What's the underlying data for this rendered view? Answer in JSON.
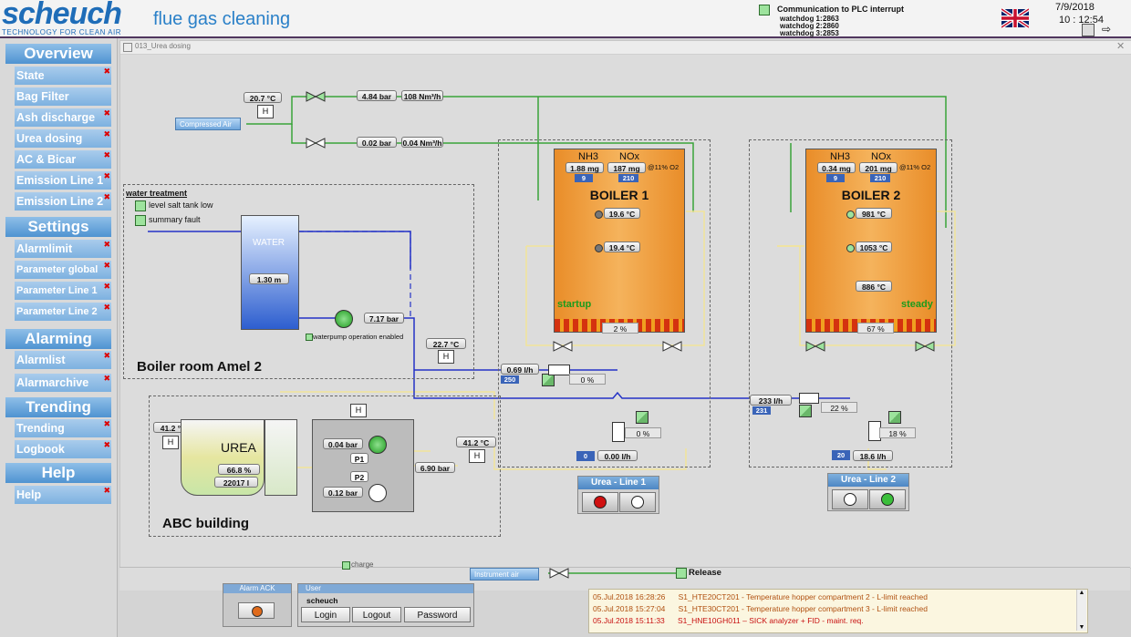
{
  "header": {
    "logo": "scheuch",
    "tagline": "TECHNOLOGY FOR CLEAN AIR",
    "title": "flue gas cleaning",
    "plc_status": "Communication to PLC interrupt",
    "watchdogs": [
      {
        "label": "watchdog 1:",
        "value": "2863"
      },
      {
        "label": "watchdog 2:",
        "value": "2860"
      },
      {
        "label": "watchdog 3:",
        "value": "2853"
      }
    ],
    "date": "7/9/2018",
    "time": "10 : 12:54"
  },
  "sidebar": {
    "overview": {
      "heading": "Overview",
      "items": [
        "State",
        "Bag Filter",
        "Ash discharge",
        "Urea dosing",
        "AC & Bicar",
        "Emission Line 1",
        "Emission Line 2"
      ]
    },
    "settings": {
      "heading": "Settings",
      "items": [
        "Alarmlimit",
        "Parameter global",
        "Parameter Line 1",
        "Parameter Line 2"
      ]
    },
    "alarming": {
      "heading": "Alarming",
      "items": [
        "Alarmlist",
        "Alarmarchive"
      ]
    },
    "trending": {
      "heading": "Trending",
      "items": [
        "Trending",
        "Logbook"
      ]
    },
    "help": {
      "heading": "Help",
      "items": [
        "Help"
      ]
    }
  },
  "window": {
    "title": "013_Urea dosing",
    "air": {
      "label": "Compressed Air",
      "temp": "20.7 °C",
      "upper_pressure": "4.84 bar",
      "upper_flow": "108 Nm³/h",
      "lower_pressure": "0.02 bar",
      "lower_flow": "0.04 Nm³/h",
      "h_label": "H"
    },
    "water_treatment": {
      "title": "water treatment",
      "alarms": [
        "level salt tank low",
        "summary fault"
      ],
      "tank_label": "WATER",
      "tank_level": "1.30 m",
      "pump_pressure": "7.17 bar",
      "pump_status": "waterpump operation enabled",
      "room_label": "Boiler room Amel 2"
    },
    "abc": {
      "room_label": "ABC building",
      "tank_label": "UREA",
      "temp": "41.2 °C",
      "level_pct": "66.8 %",
      "volume": "22017 l",
      "p1_pressure": "0.04 bar",
      "p1_label": "P1",
      "p2_label": "P2",
      "p2_pressure": "0.12 bar",
      "out_pressure": "6.90 bar",
      "out_temp": "41.2 °C",
      "mid_temp": "22.7 °C"
    },
    "line1": {
      "boiler": "BOILER 1",
      "nh3_label": "NH3",
      "nox_label": "NOx",
      "nh3": "1.88 mg",
      "nox": "187 mg",
      "o2": "@11% O2",
      "nh3_limit": "9",
      "nox_limit": "210",
      "temp_upper": "19.6 °C",
      "temp_lower": "19.4 °C",
      "state": "startup",
      "load": "2 %",
      "flow": "0.69 l/h",
      "flow_set": "250",
      "valve_pct": "0 %",
      "dosing_pct": "0 %",
      "dosing_set": "0",
      "dosing_flow": "0.00 l/h",
      "panel": "Urea - Line 1"
    },
    "line2": {
      "boiler": "BOILER 2",
      "nh3_label": "NH3",
      "nox_label": "NOx",
      "nh3": "0.34 mg",
      "nox": "201 mg",
      "o2": "@11% O2",
      "nh3_limit": "9",
      "nox_limit": "210",
      "temp_upper": "981 °C",
      "temp_mid": "1053 °C",
      "temp_lower": "886 °C",
      "state": "steady",
      "load": "67 %",
      "flow": "233 l/h",
      "flow_set": "231",
      "valve_pct": "22 %",
      "dosing_pct": "18 %",
      "dosing_set": "20",
      "dosing_flow": "18.6 l/h",
      "panel": "Urea - Line 2"
    }
  },
  "bottom": {
    "charge_label": "charge",
    "instrument_air": "Instrument air",
    "release": "Release",
    "alarm_panel": "Alarm ACK",
    "user_panel": "User",
    "username": "scheuch",
    "login": "Login",
    "logout": "Logout",
    "password": "Password",
    "log": [
      {
        "date": "05.Jul.2018 16:28:26",
        "msg": "S1_HTE20CT201 - Temperature hopper compartment 2 - L-limit reached"
      },
      {
        "date": "05.Jul.2018 15:27:04",
        "msg": "S1_HTE30CT201 - Temperature hopper compartment 3 - L-limit reached"
      },
      {
        "date": "05.Jul.2018 15:11:33",
        "msg": "S1_HNE10GH011 – SICK analyzer + FID - maint. req."
      }
    ]
  },
  "colors": {
    "nav": "#4f93d1",
    "air_pipe": "#39a339",
    "water_pipe": "#2432c6",
    "boiler": "#f0a040",
    "led": "#9de39d"
  }
}
